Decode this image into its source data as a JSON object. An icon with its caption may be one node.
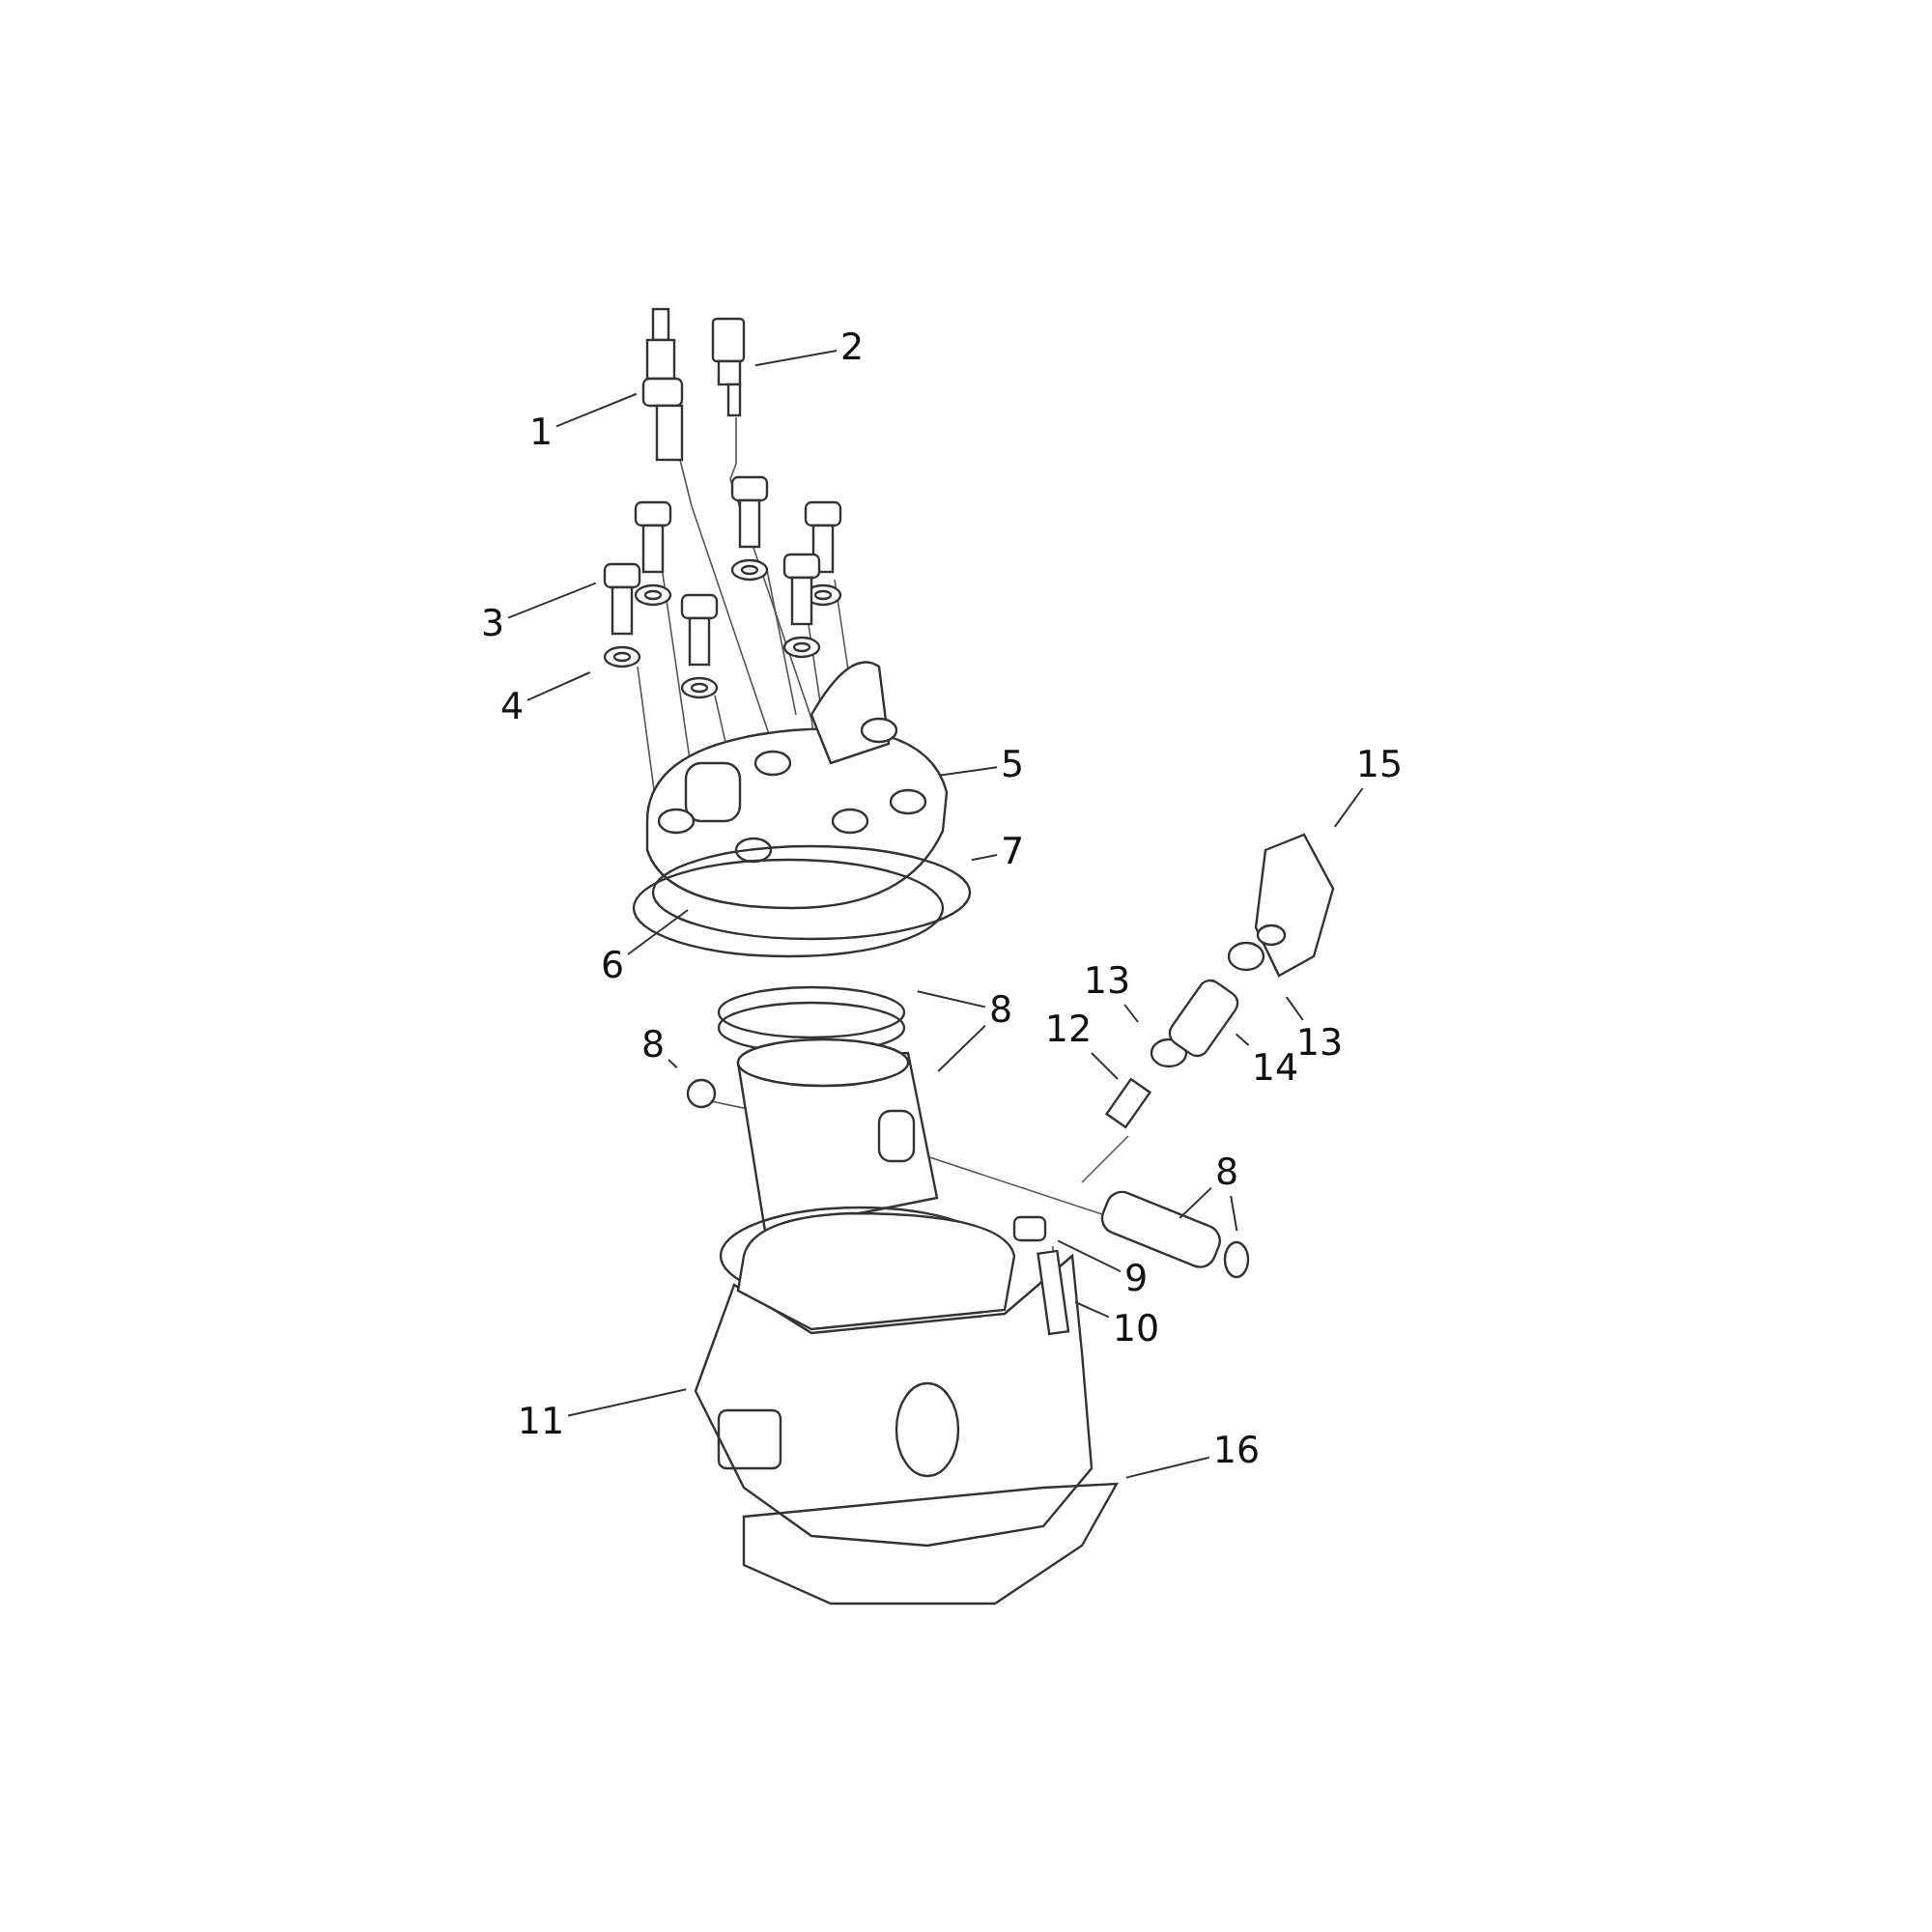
{
  "diagram": {
    "nodes": [
      {
        "text": [
          "2"
        ]
      },
      {
        "text": [
          "1"
        ]
      },
      {
        "text": [
          "3"
        ]
      },
      {
        "text": [
          "4"
        ]
      },
      {
        "text": [
          "5"
        ]
      },
      {
        "text": [
          "15"
        ]
      },
      {
        "text": [
          "7"
        ]
      },
      {
        "text": [
          "6"
        ]
      },
      {
        "text": [
          "13"
        ]
      },
      {
        "text": [
          "8"
        ]
      },
      {
        "text": [
          "12"
        ]
      },
      {
        "text": [
          "13"
        ]
      },
      {
        "text": [
          "8"
        ]
      },
      {
        "text": [
          "14"
        ]
      },
      {
        "text": [
          "8"
        ]
      },
      {
        "text": [
          "9"
        ]
      },
      {
        "text": [
          "10"
        ]
      },
      {
        "text": [
          "11"
        ]
      },
      {
        "text": [
          "16"
        ]
      }
    ],
    "edges": [
      {
        "from": 0,
        "to": null,
        "arrow": "none"
      },
      {
        "from": 1,
        "to": null,
        "arrow": "none"
      },
      {
        "from": 2,
        "to": null,
        "arrow": "none"
      },
      {
        "from": 3,
        "to": null,
        "arrow": "none"
      },
      {
        "from": 4,
        "to": null,
        "arrow": "none"
      },
      {
        "from": 5,
        "to": null,
        "arrow": "none"
      },
      {
        "from": 6,
        "to": null,
        "arrow": "none"
      },
      {
        "from": 7,
        "to": null,
        "arrow": "none"
      },
      {
        "from": 8,
        "to": null,
        "arrow": "none"
      },
      {
        "from": 9,
        "to": null,
        "arrow": "none"
      },
      {
        "from": 9,
        "to": null,
        "arrow": "none"
      },
      {
        "from": 10,
        "to": null,
        "arrow": "none"
      },
      {
        "from": 11,
        "to": null,
        "arrow": "none"
      },
      {
        "from": 12,
        "to": null,
        "arrow": "none"
      },
      {
        "from": 13,
        "to": null,
        "arrow": "none"
      },
      {
        "from": 14,
        "to": null,
        "arrow": "none"
      },
      {
        "from": 14,
        "to": null,
        "arrow": "none"
      },
      {
        "from": 15,
        "to": null,
        "arrow": "none"
      },
      {
        "from": 16,
        "to": null,
        "arrow": "none"
      },
      {
        "from": 17,
        "to": null,
        "arrow": "none"
      },
      {
        "from": 18,
        "to": null,
        "arrow": "none"
      }
    ]
  }
}
